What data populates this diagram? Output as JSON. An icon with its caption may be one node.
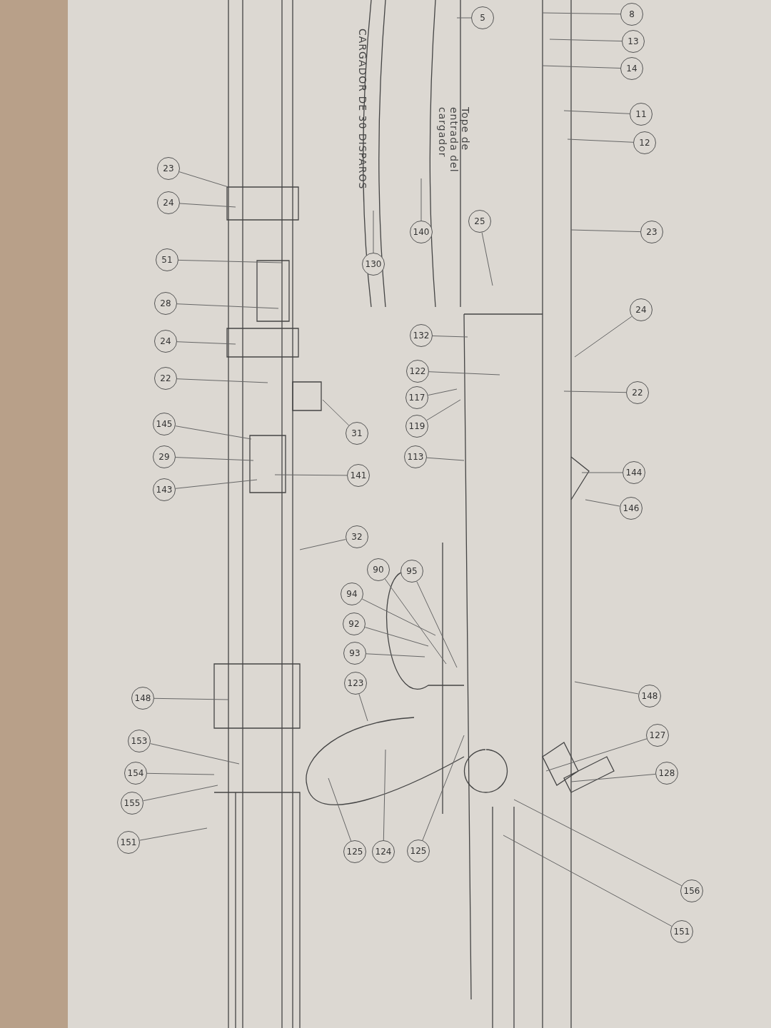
{
  "diagram": {
    "nodes": [
      {
        "text": [
          "23"
        ]
      },
      {
        "text": [
          "24"
        ]
      },
      {
        "text": [
          "51"
        ]
      },
      {
        "text": [
          "28"
        ]
      },
      {
        "text": [
          "24"
        ]
      },
      {
        "text": [
          "22"
        ]
      },
      {
        "text": [
          "145"
        ]
      },
      {
        "text": [
          "29"
        ]
      },
      {
        "text": [
          "143"
        ]
      },
      {
        "text": [
          "148"
        ]
      },
      {
        "text": [
          "153"
        ]
      },
      {
        "text": [
          "154"
        ]
      },
      {
        "text": [
          "155"
        ]
      },
      {
        "text": [
          "151"
        ]
      },
      {
        "text": [
          "130"
        ]
      },
      {
        "text": [
          "140"
        ]
      },
      {
        "text": [
          "25"
        ]
      },
      {
        "text": [
          "132"
        ]
      },
      {
        "text": [
          "122"
        ]
      },
      {
        "text": [
          "117"
        ]
      },
      {
        "text": [
          "119"
        ]
      },
      {
        "text": [
          "113"
        ]
      },
      {
        "text": [
          "31"
        ]
      },
      {
        "text": [
          "141"
        ]
      },
      {
        "text": [
          "32"
        ]
      },
      {
        "text": [
          "95"
        ]
      },
      {
        "text": [
          "90"
        ]
      },
      {
        "text": [
          "94"
        ]
      },
      {
        "text": [
          "92"
        ]
      },
      {
        "text": [
          "93"
        ]
      },
      {
        "text": [
          "123"
        ]
      },
      {
        "text": [
          "125"
        ]
      },
      {
        "text": [
          "124"
        ]
      },
      {
        "text": [
          "125"
        ]
      },
      {
        "text": [
          "8"
        ]
      },
      {
        "text": [
          "13"
        ]
      },
      {
        "text": [
          "14"
        ]
      },
      {
        "text": [
          "11"
        ]
      },
      {
        "text": [
          "12"
        ]
      },
      {
        "text": [
          "5"
        ]
      },
      {
        "text": [
          "23"
        ]
      },
      {
        "text": [
          "24"
        ]
      },
      {
        "text": [
          "22"
        ]
      },
      {
        "text": [
          "144"
        ]
      },
      {
        "text": [
          "146"
        ]
      },
      {
        "text": [
          "148"
        ]
      },
      {
        "text": [
          "127"
        ]
      },
      {
        "text": [
          "128"
        ]
      },
      {
        "text": [
          "156"
        ]
      },
      {
        "text": [
          "151"
        ]
      }
    ],
    "edges": [
      {
        "from": 0,
        "to": null,
        "arrow": "none"
      },
      {
        "from": 1,
        "to": null,
        "arrow": "none"
      },
      {
        "from": 2,
        "to": null,
        "arrow": "none"
      },
      {
        "from": 3,
        "to": null,
        "arrow": "none"
      },
      {
        "from": 4,
        "to": null,
        "arrow": "none"
      },
      {
        "from": 5,
        "to": null,
        "arrow": "none"
      },
      {
        "from": 6,
        "to": null,
        "arrow": "none"
      },
      {
        "from": 7,
        "to": null,
        "arrow": "none"
      },
      {
        "from": 8,
        "to": null,
        "arrow": "none"
      },
      {
        "from": 9,
        "to": null,
        "arrow": "none"
      },
      {
        "from": 10,
        "to": null,
        "arrow": "none"
      },
      {
        "from": 11,
        "to": null,
        "arrow": "none"
      },
      {
        "from": 12,
        "to": null,
        "arrow": "none"
      },
      {
        "from": 13,
        "to": null,
        "arrow": "none"
      },
      {
        "from": 14,
        "to": null,
        "arrow": "none"
      },
      {
        "from": 15,
        "to": null,
        "arrow": "none"
      },
      {
        "from": 16,
        "to": null,
        "arrow": "none"
      },
      {
        "from": 17,
        "to": null,
        "arrow": "none"
      },
      {
        "from": 18,
        "to": null,
        "arrow": "none"
      },
      {
        "from": 19,
        "to": null,
        "arrow": "none"
      },
      {
        "from": 20,
        "to": null,
        "arrow": "none"
      },
      {
        "from": 21,
        "to": null,
        "arrow": "none"
      },
      {
        "from": 22,
        "to": null,
        "arrow": "none"
      },
      {
        "from": 23,
        "to": null,
        "arrow": "none"
      },
      {
        "from": 24,
        "to": null,
        "arrow": "none"
      },
      {
        "from": 25,
        "to": null,
        "arrow": "none"
      },
      {
        "from": 26,
        "to": null,
        "arrow": "none"
      },
      {
        "from": 27,
        "to": null,
        "arrow": "none"
      },
      {
        "from": 28,
        "to": null,
        "arrow": "none"
      },
      {
        "from": 29,
        "to": null,
        "arrow": "none"
      },
      {
        "from": 30,
        "to": null,
        "arrow": "none"
      },
      {
        "from": 31,
        "to": null,
        "arrow": "none"
      },
      {
        "from": 32,
        "to": null,
        "arrow": "none"
      },
      {
        "from": 33,
        "to": null,
        "arrow": "none"
      },
      {
        "from": 34,
        "to": null,
        "arrow": "none"
      },
      {
        "from": 35,
        "to": null,
        "arrow": "none"
      },
      {
        "from": 36,
        "to": null,
        "arrow": "none"
      },
      {
        "from": 37,
        "to": null,
        "arrow": "none"
      },
      {
        "from": 38,
        "to": null,
        "arrow": "none"
      },
      {
        "from": 39,
        "to": null,
        "arrow": "none"
      },
      {
        "from": 40,
        "to": null,
        "arrow": "none"
      },
      {
        "from": 41,
        "to": null,
        "arrow": "none"
      },
      {
        "from": 42,
        "to": null,
        "arrow": "none"
      },
      {
        "from": 43,
        "to": null,
        "arrow": "none"
      },
      {
        "from": 44,
        "to": null,
        "arrow": "none"
      },
      {
        "from": 45,
        "to": null,
        "arrow": "none"
      },
      {
        "from": 46,
        "to": null,
        "arrow": "none"
      },
      {
        "from": 47,
        "to": null,
        "arrow": "none"
      },
      {
        "from": 48,
        "to": null,
        "arrow": "none"
      },
      {
        "from": 49,
        "to": null,
        "arrow": "none"
      }
    ],
    "labels": [
      "CARGADOR DE 30 DISPAROS",
      "Tope de entrada del cargador"
    ]
  }
}
